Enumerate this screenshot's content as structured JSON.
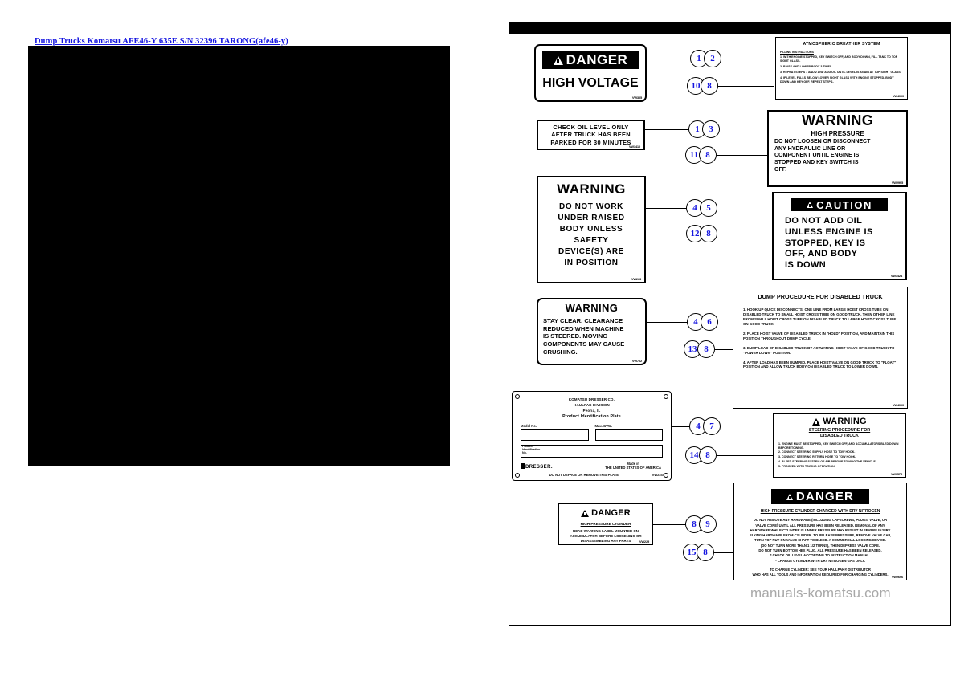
{
  "document": {
    "title_link": "Dump Trucks Komatsu AFE46-Y 635E S/N 32396 TARONG(afe46-y)",
    "watermark": "manuals-komatsu.com"
  },
  "labels": {
    "high_voltage": {
      "banner": "DANGER",
      "body": "HIGH VOLTAGE",
      "code": "VW305"
    },
    "check_oil": {
      "line1": "CHECK OIL LEVEL ONLY",
      "line2": "AFTER TRUCK HAS BEEN",
      "line3": "PARKED FOR 30 MINUTES",
      "code": "VW3410"
    },
    "raised_body": {
      "banner": "WARNING",
      "line1": "DO NOT WORK",
      "line2": "UNDER RAISED",
      "line3": "BODY UNLESS",
      "line4": "SAFETY",
      "line5": "DEVICE(S) ARE",
      "line6": "IN POSITION",
      "code": "VW263"
    },
    "stay_clear": {
      "banner": "WARNING",
      "line1": "STAY CLEAR. CLEARANCE",
      "line2": "REDUCED WHEN MACHINE",
      "line3": "IS STEERED.    MOVING",
      "line4": "COMPONENTS MAY CAUSE",
      "line5": "CRUSHING.",
      "code": "VW702"
    },
    "high_pressure_cylinder_small": {
      "banner": "DANGER",
      "subtitle": "HIGH PRESSURE CYLINDER",
      "line1": "READ WARNING LABEL MOUNTED ON",
      "line2": "ACCUMULATOR BEFORE LOOSENING OR",
      "line3": "DISASSEMBLING ANY PARTS",
      "code": "VW225"
    },
    "atmospheric_breather": {
      "title": "ATMOSPHERIC BREATHER SYSTEM",
      "subtitle": "FILLING INSTRUCTIONS",
      "steps": [
        "1.  WITH ENGINE STOPPED, KEY SWITCH OFF, AND BODY DOWN, FILL TANK TO TOP SIGHT GLASS.",
        "2.  RAISE AND LOWER BODY 3 TIMES.",
        "3.  REPEAT STEPS 1 AND 2 AND ADD OIL UNTIL LEVEL IS AGAIN AT TOP SIGHT GLASS.",
        "4.  IF LEVEL FALLS BELOW LOWER SIGHT GLASS WITH ENGINE STOPPED, BODY DOWN AND KEY OFF, REPEAT STEP 1."
      ],
      "code": "VW4000"
    },
    "high_pressure_warning": {
      "banner": "WARNING",
      "subtitle": "HIGH PRESSURE",
      "line1": "DO NOT LOOSEN OR DISCONNECT",
      "line2": "ANY HYDRAULIC LINE OR",
      "line3": "COMPONENT UNTIL ENGINE IS",
      "line4": "STOPPED AND KEY SWITCH IS",
      "line5": "OFF.",
      "code": "VW2995"
    },
    "do_not_add_oil": {
      "banner": "CAUTION",
      "line1": "DO NOT ADD OIL",
      "line2": "UNLESS ENGINE IS",
      "line3": "STOPPED, KEY IS",
      "line4": "OFF, AND BODY",
      "line5": "IS DOWN",
      "code": "VW3424"
    },
    "dump_procedure": {
      "title": "DUMP PROCEDURE FOR DISABLED TRUCK",
      "steps": [
        "1.  HOOK UP QUICK DISCONNECTS: ONE LINE FROM LARGE HOIST CROSS TUBE ON DISABLED TRUCK TO SMALL HOIST CROSS TUBE ON GOOD TRUCK, THEN OTHER LINE FROM SMALL HOIST CROSS TUBE ON DISABLED TRUCK TO LARGE HOIST CROSS TUBE ON GOOD TRUCK.",
        "2.  PLACE HOIST VALVE OF DISABLED TRUCK IN \"HOLD\" POSITION, AND MAINTAIN THIS POSITION THROUGHOUT DUMP CYCLE.",
        "3.  DUMP LOAD OF DISABLED TRUCK BY ACTUATING HOIST VALVE OF GOOD TRUCK TO \"POWER DOWN\" POSITION.",
        "4.  AFTER LOAD HAS BEEN DUMPED, PLACE HOIST VALVE ON GOOD TRUCK TO \"FLOAT\" POSITION AND ALLOW TRUCK BODY ON DISABLED TRUCK TO LOWER DOWN."
      ],
      "code": "VW4000"
    },
    "steering_procedure": {
      "banner": "WARNING",
      "title1": "STEERING PROCEDURE FOR",
      "title2": "DISABLED TRUCK",
      "steps": [
        "1. ENGINE MUST BE STOPPED, KEY SWITCH OFF, AND ACCUMULATORS BLED DOWN BEFORE TOWING.",
        "2. CONNECT STEERING SUPPLY HOSE TO TOW HOOK.",
        "3. CONNECT STEERING RETURN HOSE TO TOW HOOK.",
        "4. BLEED STEERING SYSTEM OF AIR BEFORE TOWING THE VEHICLE.",
        "5. PROCEED WITH TOWING OPERATION."
      ],
      "code": "VW3575"
    },
    "nitrogen_danger": {
      "banner": "DANGER",
      "subtitle": "HIGH PRESSURE CYLINDER CHARGED WITH DRY NITROGEN",
      "body": [
        "DO NOT REMOVE ANY HARDWARE (INCLUDING CAPSCREWS, PLUGS, VALVE, OR",
        "VALVE CORE) UNTIL ALL PRESSURE HAS BEEN RELEASED. REMOVAL OF ANY",
        "HARDWARE WHILE CYLINDER IS UNDER PRESSURE MAY RESULT IN SEVERE INJURY",
        "FLYING HARDWARE FROM CYLINDER. TO RELEASE PRESSURE, REMOVE VALVE CAP,",
        "TURN TOP NUT ON VALVE SHAFT TO BLEED. A COMMERCIAL LOCKING DEVICE.",
        "(DO NOT TURN MORE THAN 1 1/2 TURNS), THEN DEPRESS VALVE CORE.",
        "DO NOT TURN BOTTOM HEX PLUG. ALL PRESSURE HAS BEEN RELEASED.",
        "* CHECK OIL LEVEL ACCORDING TO INSTRUCTION MANUAL.",
        "* CHARGE CYLINDER WITH DRY NITROGEN GAS ONLY.",
        "TO CHARGE CYLINDER:  SEE YOUR HAULPAK® DISTRIBUTOR",
        "WHO HAS ALL TOOLS AND INFORMATION REQUIRED FOR CHARGING CYLINDERS."
      ],
      "code": "VW2696"
    }
  },
  "plate": {
    "company": "KOMATSU DRESSER CO.",
    "division": "HAULPAK DIVISION",
    "city": "Peoria, IL",
    "title": "Product Identification Plate",
    "field_model": "Model No.",
    "field_gvw": "Max. GVW.",
    "field_pin_line1": "Product",
    "field_pin_line2": "Identification",
    "field_pin_line3": "No.",
    "brand": "DRESSER",
    "made_in_1": "Made in",
    "made_in_2": "THE UNITED STATES OF AMERICA",
    "footer": "DO NOT DEFACE OR REMOVE THIS PLATE",
    "code": "VW2245"
  },
  "callouts": [
    {
      "id": "high-voltage-top",
      "numbers": [
        "1",
        "2"
      ]
    },
    {
      "id": "high-voltage-bottom",
      "numbers": [
        "10",
        "8"
      ]
    },
    {
      "id": "check-oil-top",
      "numbers": [
        "1",
        "3"
      ]
    },
    {
      "id": "check-oil-bottom",
      "numbers": [
        "11",
        "8"
      ]
    },
    {
      "id": "raised-body-top",
      "numbers": [
        "4",
        "5"
      ]
    },
    {
      "id": "raised-body-bottom",
      "numbers": [
        "12",
        "8"
      ]
    },
    {
      "id": "stay-clear-top",
      "numbers": [
        "4",
        "6"
      ]
    },
    {
      "id": "stay-clear-bottom",
      "numbers": [
        "13",
        "8"
      ]
    },
    {
      "id": "plate-top",
      "numbers": [
        "4",
        "7"
      ]
    },
    {
      "id": "plate-bottom",
      "numbers": [
        "14",
        "8"
      ]
    },
    {
      "id": "cylinder-top",
      "numbers": [
        "8",
        "9"
      ]
    },
    {
      "id": "cylinder-bottom",
      "numbers": [
        "15",
        "8"
      ]
    }
  ]
}
